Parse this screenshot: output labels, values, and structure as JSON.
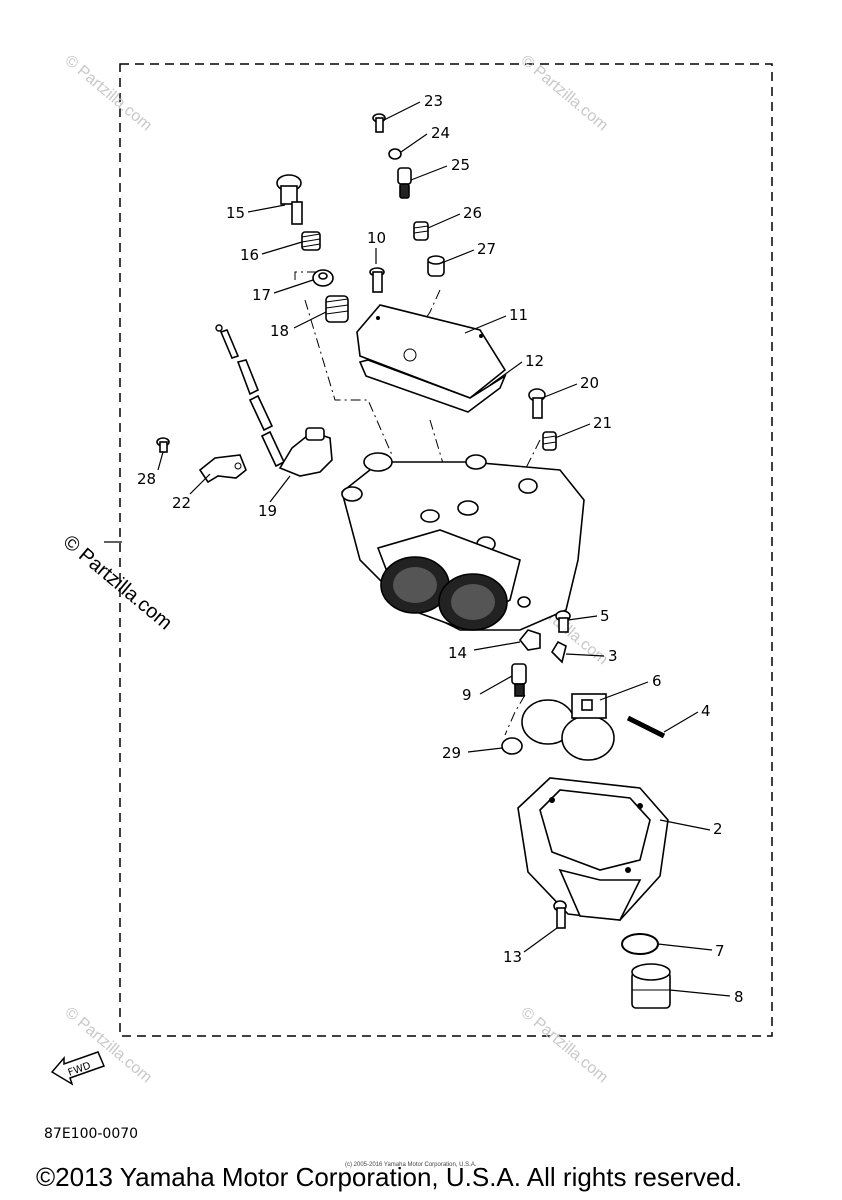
{
  "diagram_code": "87E100-0070",
  "copyright": "©2013 Yamaha Motor Corporation, U.S.A. All rights reserved.",
  "copyright_small": "(c) 2005-2016 Yamaha Motor Corporation, U.S.A.",
  "fwd_label": "FWD",
  "watermarks": [
    "© Partzilla.com",
    "© Partzilla.com",
    "© Partzilla.com",
    "© Partzilla.com",
    "© Partzilla.com",
    "© Partzilla.com",
    "© Partzilla.com"
  ],
  "part_numbers": [
    "23",
    "24",
    "25",
    "26",
    "27",
    "15",
    "16",
    "10",
    "11",
    "12",
    "17",
    "18",
    "20",
    "21",
    "28",
    "22",
    "19",
    "5",
    "14",
    "3",
    "9",
    "6",
    "4",
    "29",
    "2",
    "13",
    "7",
    "8"
  ]
}
